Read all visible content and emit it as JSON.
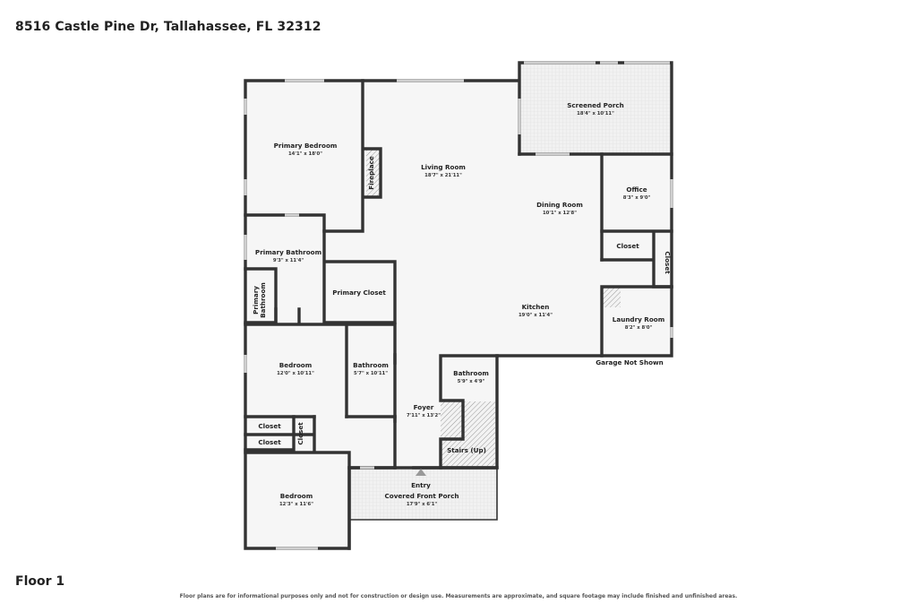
{
  "header": {
    "address": "8516 Castle Pine Dr, Tallahassee, FL 32312"
  },
  "footer": {
    "floor_label": "Floor 1",
    "disclaimer": "Floor plans are for informational purposes only and not for construction or design use. Measurements are approximate, and square footage may include finished and unfinished areas."
  },
  "rooms": {
    "screened_porch": {
      "name": "Screened Porch",
      "dims": "18'4\" x 10'11\""
    },
    "primary_bedroom": {
      "name": "Primary Bedroom",
      "dims": "14'1\" x 18'0\""
    },
    "fireplace": {
      "name": "Fireplace"
    },
    "living_room": {
      "name": "Living Room",
      "dims": "18'7\" x 21'11\""
    },
    "office": {
      "name": "Office",
      "dims": "8'3\" x 9'0\""
    },
    "dining_room": {
      "name": "Dining Room",
      "dims": "10'1\" x 12'8\""
    },
    "closet_office": {
      "name": "Closet"
    },
    "closet_side": {
      "name": "Closet"
    },
    "primary_bathroom": {
      "name": "Primary Bathroom",
      "dims": "9'3\" x 11'4\""
    },
    "primary_bathroom_small_line1": {
      "name": "Primary"
    },
    "primary_bathroom_small_line2": {
      "name": "Bathroom"
    },
    "primary_closet": {
      "name": "Primary Closet"
    },
    "kitchen": {
      "name": "Kitchen",
      "dims": "19'0\" x 11'4\""
    },
    "laundry_room": {
      "name": "Laundry Room",
      "dims": "8'2\" x 8'0\""
    },
    "garage_note": {
      "name": "Garage Not Shown"
    },
    "bedroom_1": {
      "name": "Bedroom",
      "dims": "12'0\" x 10'11\""
    },
    "bathroom_1": {
      "name": "Bathroom",
      "dims": "5'7\" x 10'11\""
    },
    "bathroom_2": {
      "name": "Bathroom",
      "dims": "5'9\" x 4'9\""
    },
    "foyer": {
      "name": "Foyer",
      "dims": "7'11\" x 13'2\""
    },
    "closet_a": {
      "name": "Closet"
    },
    "closet_b": {
      "name": "Closet"
    },
    "closet_c": {
      "name": "Closet"
    },
    "stairs": {
      "name": "Stairs (Up)"
    },
    "entry": {
      "name": "Entry"
    },
    "covered_front_porch": {
      "name": "Covered Front Porch",
      "dims": "17'9\" x 6'1\""
    },
    "bedroom_2": {
      "name": "Bedroom",
      "dims": "12'3\" x 11'6\""
    }
  },
  "colors": {
    "wall": "#333333",
    "floor_fill": "#f5f5f5",
    "porch_fill": "#ededed",
    "text": "#222222"
  }
}
